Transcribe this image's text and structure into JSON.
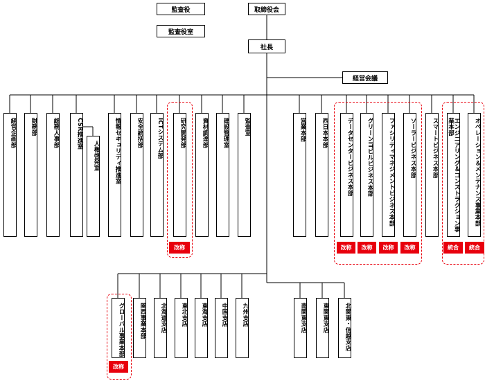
{
  "top": {
    "audit_board": "監査役",
    "audit_office": "監査役室",
    "board": "取締役会",
    "president": "社長",
    "mgmt_meeting": "経営会議"
  },
  "left_departments": [
    "経営企画部",
    "財務部",
    "総務人事部",
    "CSR推進室",
    "人権啓発室",
    "情報セキュリティ推進室",
    "安全統括部",
    "ICTシステム部",
    "研究開発部",
    "資材調達部",
    "建設管理室",
    "監査室"
  ],
  "right_departments": [
    "営業本部",
    "西日本本部",
    "データセンタービジネス本部",
    "グリーンITビルビジネス本部",
    "ファシリティマネジメントビジネス本部",
    "ソーラービジネス本部",
    "スマートビジネス本部",
    "エンジニアリング＆コンストラクション事業本部",
    "オペレーション＆メンテナンス事業本部"
  ],
  "branches": [
    "グローバル事業本部",
    "関西事業本部",
    "北海道支店",
    "東北支店",
    "東海支店",
    "中国支店",
    "九州支店",
    "南関東支店",
    "東関東支店",
    "北関東・信越支店"
  ],
  "badges": {
    "rename": "改称",
    "merge": "統合"
  },
  "colors": {
    "accent": "#e8000d",
    "line": "#000000"
  }
}
